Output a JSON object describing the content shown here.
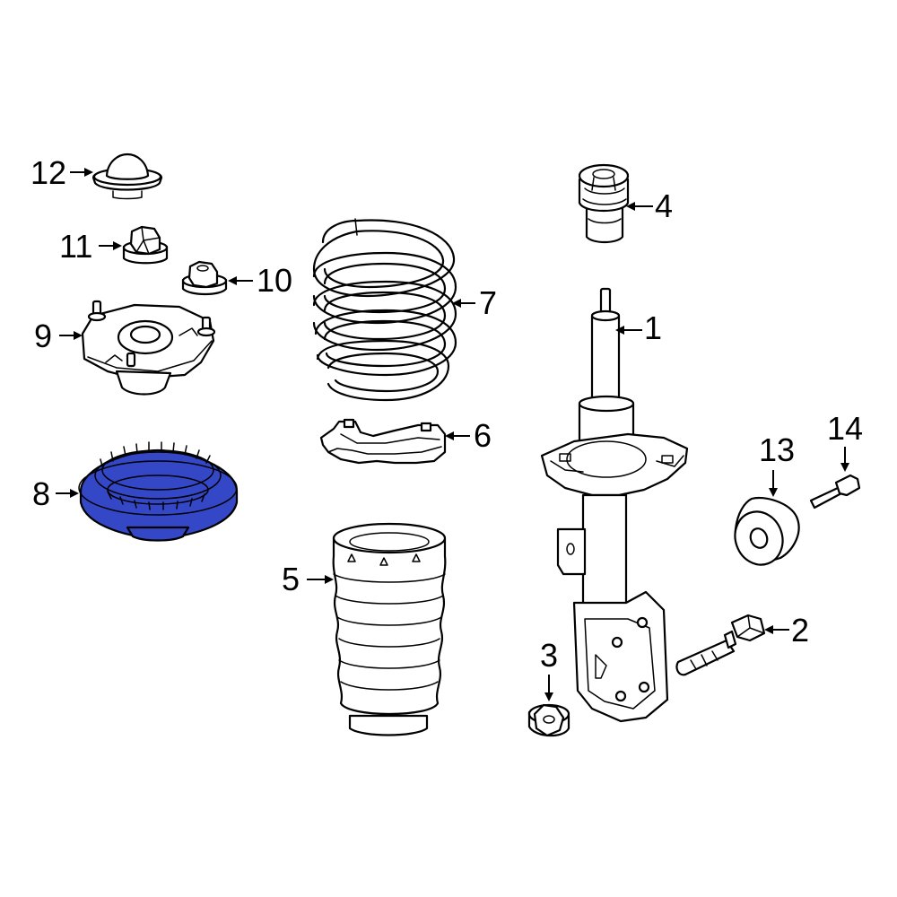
{
  "diagram": {
    "highlight_color": "#3347c7",
    "highlighted_part": "8",
    "callouts": [
      {
        "id": "c1",
        "label": "1"
      },
      {
        "id": "c2",
        "label": "2"
      },
      {
        "id": "c3",
        "label": "3"
      },
      {
        "id": "c4",
        "label": "4"
      },
      {
        "id": "c5",
        "label": "5"
      },
      {
        "id": "c6",
        "label": "6"
      },
      {
        "id": "c7",
        "label": "7"
      },
      {
        "id": "c8",
        "label": "8"
      },
      {
        "id": "c9",
        "label": "9"
      },
      {
        "id": "c10",
        "label": "10"
      },
      {
        "id": "c11",
        "label": "11"
      },
      {
        "id": "c12",
        "label": "12"
      },
      {
        "id": "c13",
        "label": "13"
      },
      {
        "id": "c14",
        "label": "14"
      }
    ]
  }
}
